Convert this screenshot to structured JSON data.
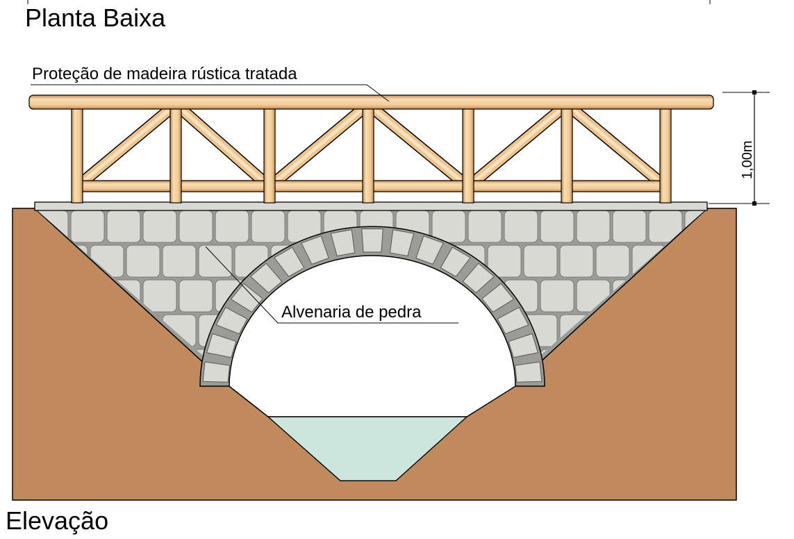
{
  "header": {
    "title": "Planta Baixa"
  },
  "footer": {
    "title": "Elevação"
  },
  "labels": {
    "railing": "Proteção de madeira rústica tratada",
    "masonry": "Alvenaria de pedra",
    "height_dimension": "1,00m"
  },
  "colors": {
    "soil": "#C08A5C",
    "wood_light": "#F6DDB2",
    "wood_mid": "#E9B57A",
    "wood_dark": "#C98D52",
    "stone_fill": "#D9D9D4",
    "stone_bg": "#9B9B97",
    "water": "#CCE5DD",
    "line": "#000000"
  }
}
